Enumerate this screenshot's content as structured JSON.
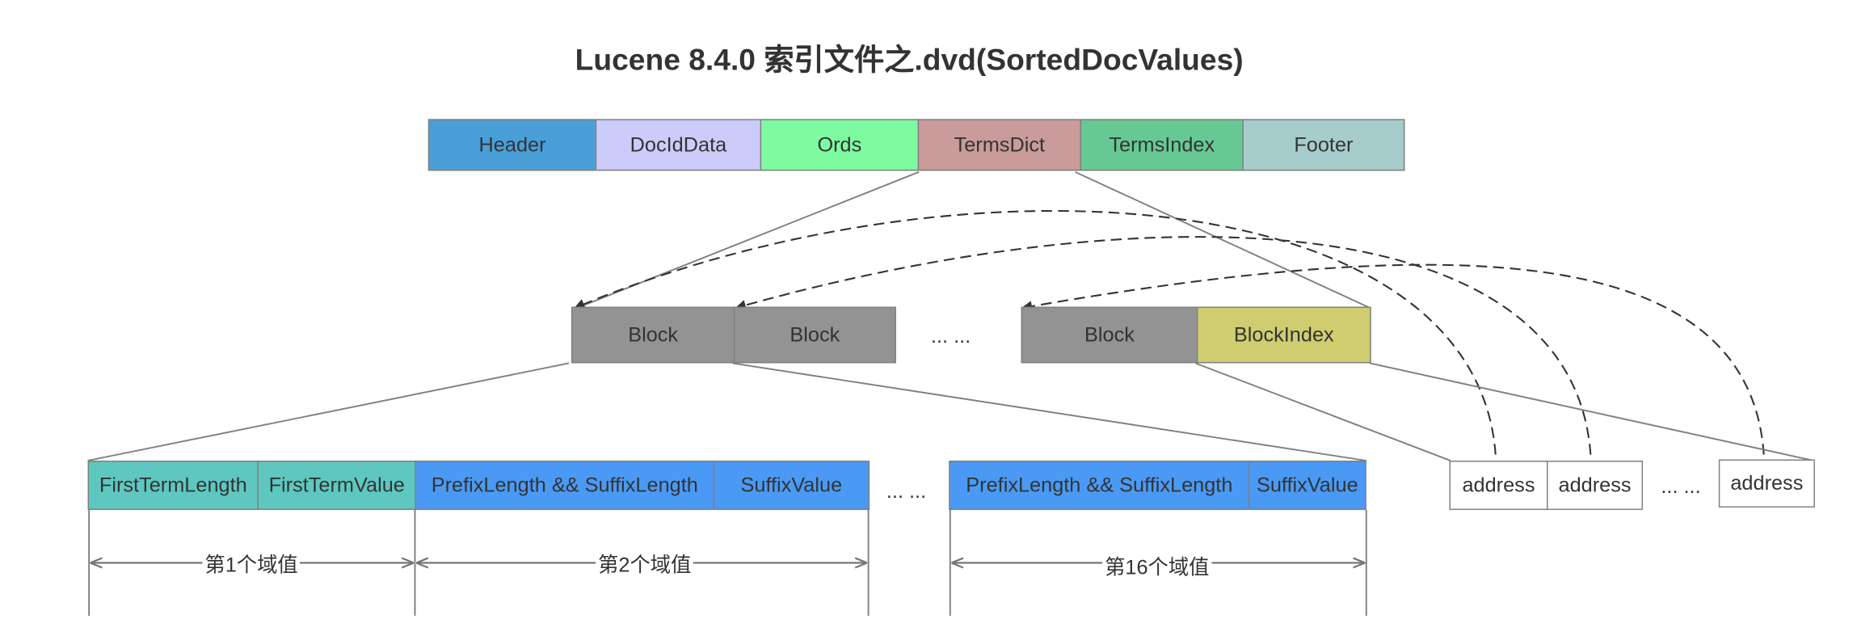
{
  "title": "Lucene 8.4.0 索引文件之.dvd(SortedDocValues)",
  "file_segments": [
    {
      "label": "Header",
      "color": "#4a9fd8"
    },
    {
      "label": "DocIdData",
      "color": "#ccccfa"
    },
    {
      "label": "Ords",
      "color": "#7efba1"
    },
    {
      "label": "TermsDict",
      "color": "#c99b9b"
    },
    {
      "label": "TermsIndex",
      "color": "#66c994"
    },
    {
      "label": "Footer",
      "color": "#a6cdcc"
    }
  ],
  "blocks": {
    "block_label": "Block",
    "block_color": "#939393",
    "ellipsis": "... ...",
    "block_index_label": "BlockIndex",
    "block_index_color": "#cfcd6f"
  },
  "values_row": {
    "first_term_length": "FirstTermLength",
    "first_term_value": "FirstTermValue",
    "prefix_suffix_length": "PrefixLength && SuffixLength",
    "suffix_value": "SuffixValue",
    "ellipsis": "... ...",
    "teal_color": "#5ec8c0",
    "blue_color": "#4a9af5"
  },
  "address_row": {
    "address_label": "address",
    "ellipsis": "... ..."
  },
  "spans": [
    "第1个域值",
    "第2个域值",
    "第16个域值"
  ]
}
